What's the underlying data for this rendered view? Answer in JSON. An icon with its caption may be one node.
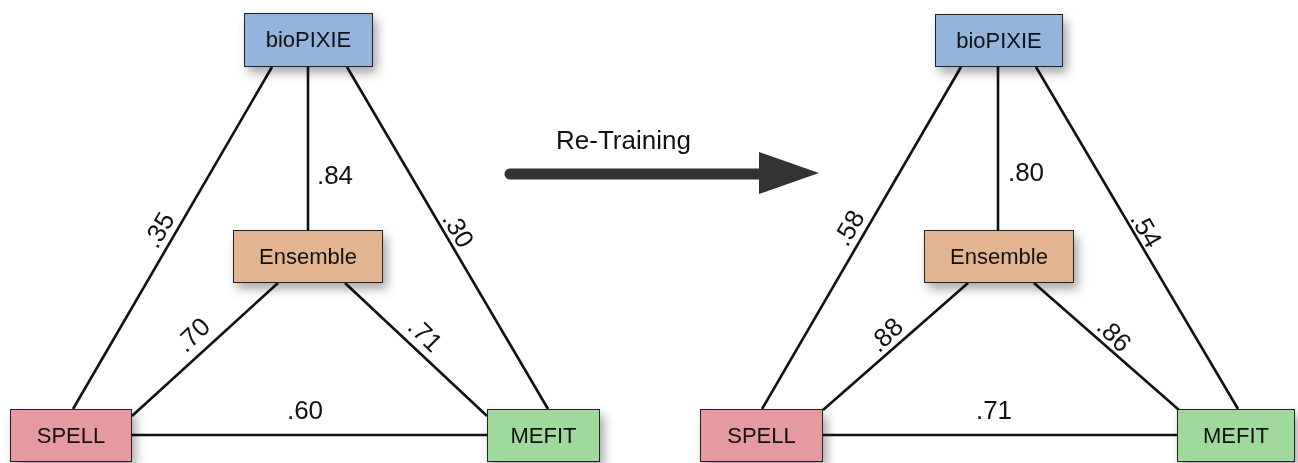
{
  "diagram": {
    "nodes": [
      {
        "text": [
          "bioPIXIE"
        ]
      },
      {
        "text": [
          "Ensemble"
        ]
      },
      {
        "text": [
          "SPELL"
        ]
      },
      {
        "text": [
          "MEFIT"
        ]
      },
      {
        "text": [
          "bioPIXIE"
        ]
      },
      {
        "text": [
          "Ensemble"
        ]
      },
      {
        "text": [
          "SPELL"
        ]
      },
      {
        "text": [
          "MEFIT"
        ]
      }
    ],
    "edges": [
      {
        "from": 0,
        "to": 2,
        "arrow": "none",
        "label": ".35"
      },
      {
        "from": 0,
        "to": 1,
        "arrow": "none",
        "label": ".84"
      },
      {
        "from": 0,
        "to": 3,
        "arrow": "none",
        "label": ".30"
      },
      {
        "from": 1,
        "to": 2,
        "arrow": "none",
        "label": ".70"
      },
      {
        "from": 1,
        "to": 3,
        "arrow": "none",
        "label": ".71"
      },
      {
        "from": 2,
        "to": 3,
        "arrow": "none",
        "label": ".60"
      },
      {
        "from": 4,
        "to": 6,
        "arrow": "none",
        "label": ".58"
      },
      {
        "from": 4,
        "to": 5,
        "arrow": "none",
        "label": ".80"
      },
      {
        "from": 4,
        "to": 7,
        "arrow": "none",
        "label": ".54"
      },
      {
        "from": 5,
        "to": 6,
        "arrow": "none",
        "label": ".88"
      },
      {
        "from": 5,
        "to": 7,
        "arrow": "none",
        "label": ".86"
      },
      {
        "from": 6,
        "to": 7,
        "arrow": "none",
        "label": ".71"
      }
    ],
    "labels": [
      "Re-Training"
    ]
  }
}
